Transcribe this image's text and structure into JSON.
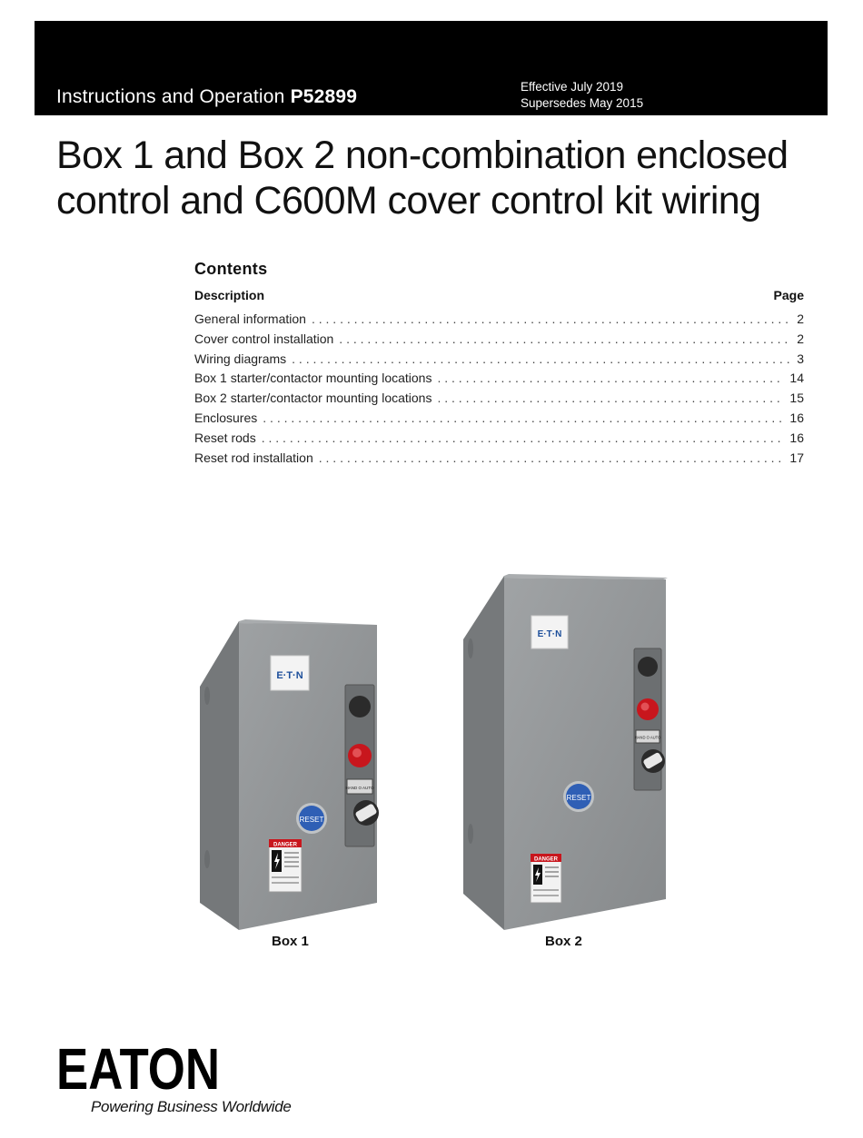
{
  "header": {
    "doc_type_prefix": "Instructions and Operation",
    "doc_number": "P52899",
    "effective": "Effective July 2019",
    "supersedes": "Supersedes May 2015"
  },
  "title": "Box 1 and Box 2 non-combination enclosed control and C600M cover control kit wiring",
  "contents": {
    "heading": "Contents",
    "col_description": "Description",
    "col_page": "Page",
    "items": [
      {
        "label": "General information",
        "page": "2"
      },
      {
        "label": "Cover control installation",
        "page": "2"
      },
      {
        "label": "Wiring diagrams",
        "page": "3"
      },
      {
        "label": "Box 1 starter/contactor mounting locations",
        "page": "14"
      },
      {
        "label": "Box 2 starter/contactor mounting locations",
        "page": "15"
      },
      {
        "label": "Enclosures",
        "page": "16"
      },
      {
        "label": "Reset rods",
        "page": "16"
      },
      {
        "label": "Reset rod installation",
        "page": "17"
      }
    ]
  },
  "figures": {
    "box1_caption": "Box 1",
    "box2_caption": "Box 2",
    "reset_label": "RESET",
    "danger_label": "DANGER",
    "nameplate": "E·T·N",
    "selector_label": "HAND O AUTO"
  },
  "footer": {
    "logo_text": "EATON",
    "tagline": "Powering Business Worldwide"
  },
  "colors": {
    "enclosure_gray": "#8e9193",
    "reset_blue": "#2f5fb5",
    "stop_red": "#c8161d",
    "brand_black": "#000000"
  }
}
